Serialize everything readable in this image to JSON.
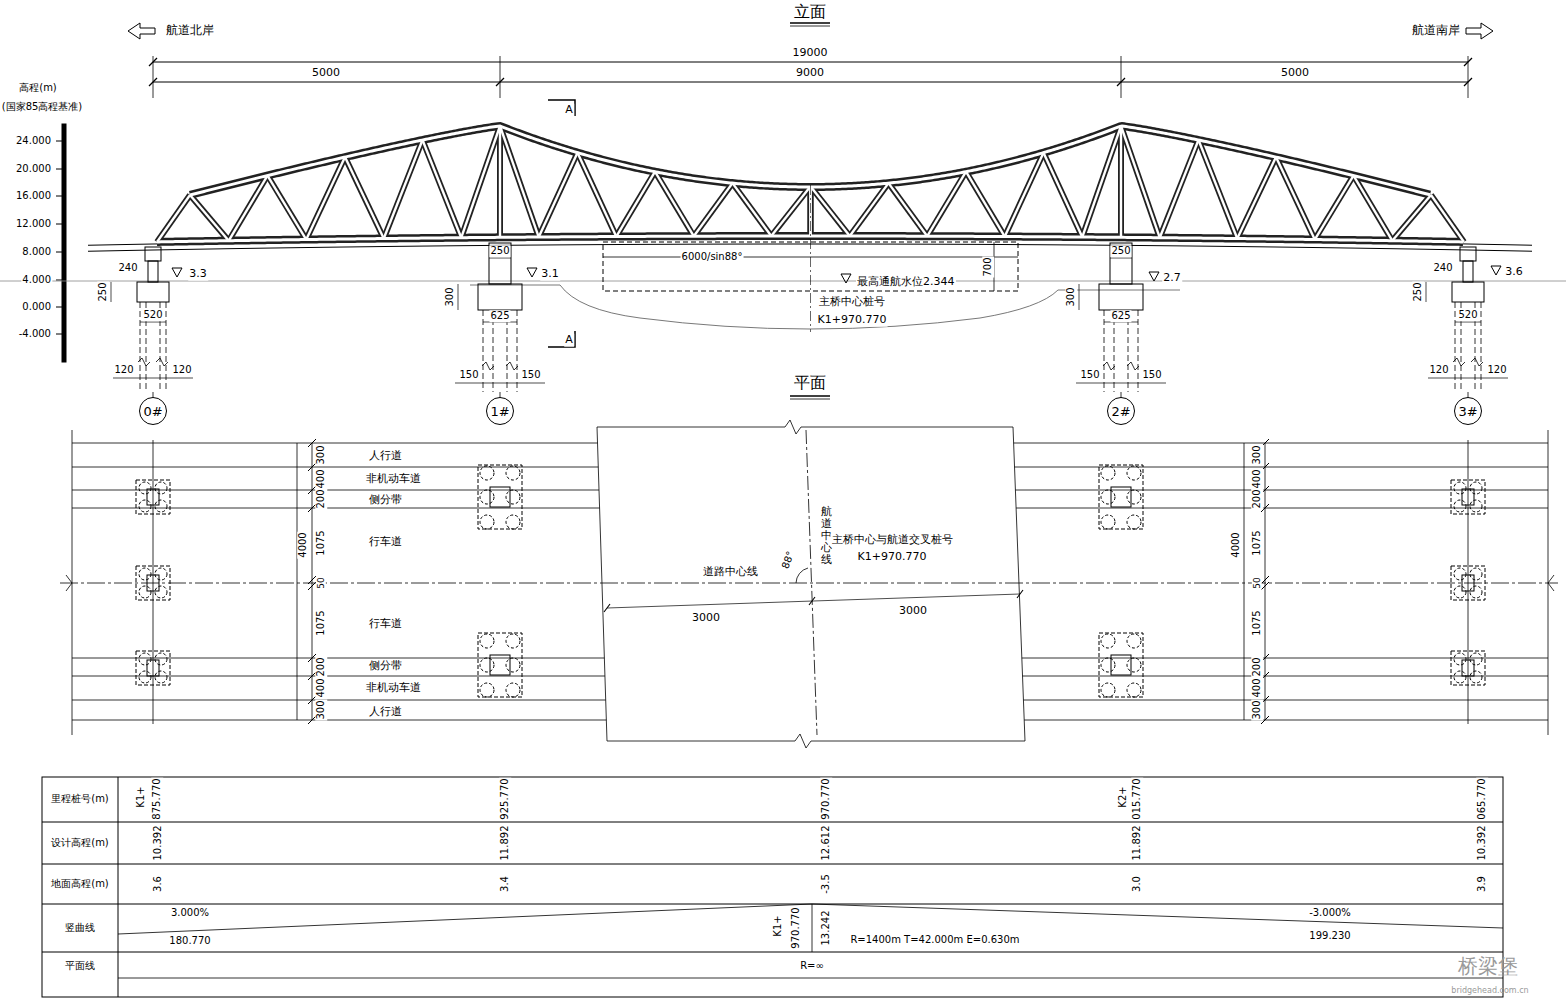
{
  "diagram": {
    "nodes": [
      {
        "text": [
          "0#"
        ]
      },
      {
        "text": [
          "1#"
        ]
      },
      {
        "text": [
          "2#"
        ]
      },
      {
        "text": [
          "3#"
        ]
      }
    ],
    "labels": [
      "航道北岸",
      "航道南岸",
      "立面",
      "19000",
      "5000",
      "9000",
      "5000",
      "A",
      "A",
      "高程(m)",
      "(国家85高程基准)",
      "24.000",
      "20.000",
      "16.000",
      "12.000",
      "8.000",
      "4.000",
      "0.000",
      "-4.000",
      "240",
      "250",
      "3.3",
      "520",
      "120",
      "120",
      "250",
      "300",
      "3.1",
      "625",
      "150",
      "150",
      "6000/sin88°",
      "700",
      "最高通航水位2.344",
      "主桥中心桩号",
      "K1+970.770",
      "250",
      "2.7",
      "300",
      "625",
      "150",
      "150",
      "240",
      "3.6",
      "250",
      "520",
      "120",
      "120",
      "平面",
      "300",
      "人行道",
      "400",
      "非机动车道",
      "200",
      "侧分带",
      "1075",
      "行车道",
      "4000",
      "50",
      "1075",
      "行车道",
      "200",
      "侧分带",
      "400",
      "非机动车道",
      "300",
      "人行道",
      "300",
      "400",
      "200",
      "1075",
      "4000",
      "50",
      "1075",
      "200",
      "400",
      "300",
      "航道中心线",
      "88°",
      "主桥中心与航道交叉桩号",
      "K1+970.770",
      "道路中心线",
      "3000",
      "3000",
      "里程桩号(m)",
      "设计高程(m)",
      "地面高程(m)",
      "竖曲线",
      "平面线",
      "K1+",
      "875.770",
      "925.770",
      "970.770",
      "K2+",
      "015.770",
      "065.770",
      "10.392",
      "11.892",
      "12.612",
      "11.892",
      "10.392",
      "3.6",
      "3.4",
      "-3.5",
      "3.0",
      "3.9",
      "3.000%",
      "180.770",
      "K1+",
      "970.770",
      "13.242",
      "R=1400m T=42.000m E=0.630m",
      "-3.000%",
      "199.230",
      "R=∞",
      "桥梁堡",
      "bridgehead.com.cn"
    ]
  }
}
